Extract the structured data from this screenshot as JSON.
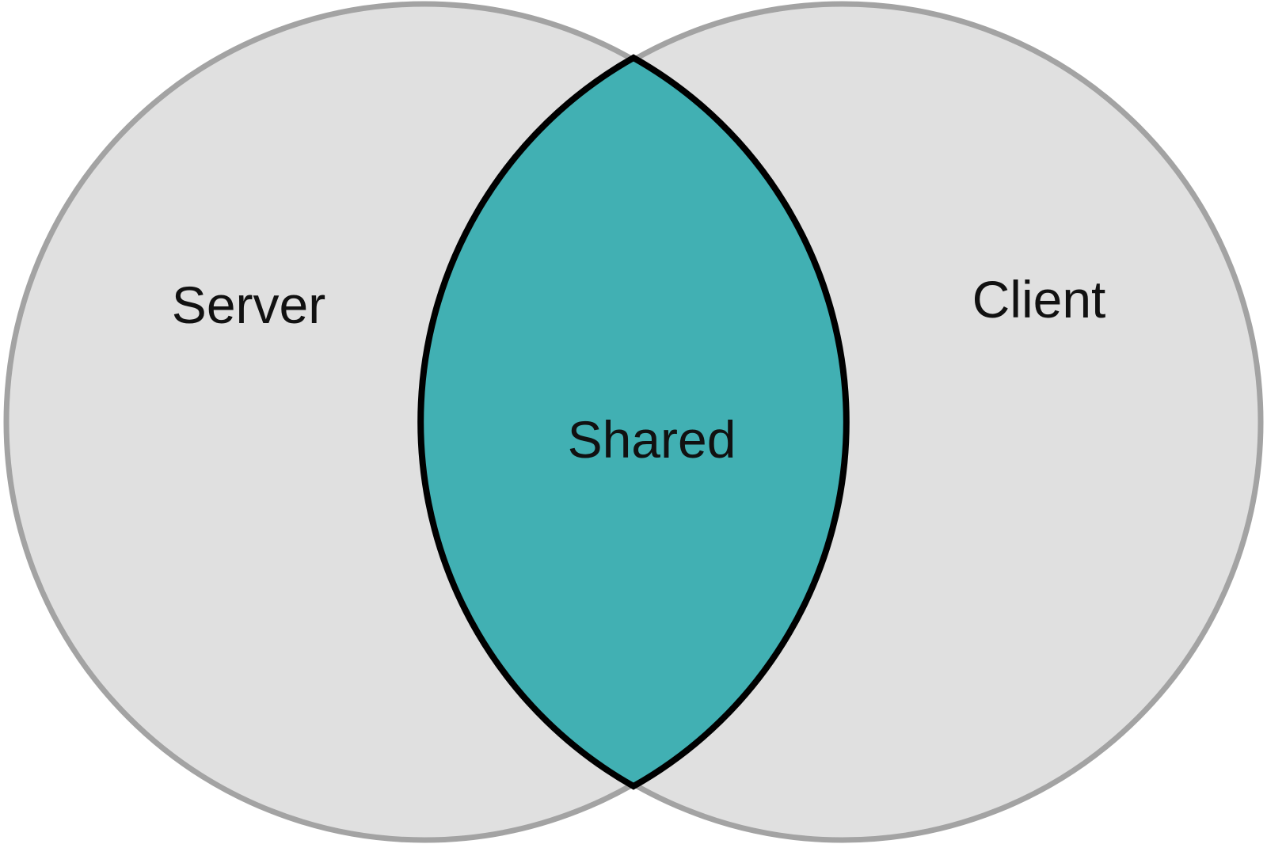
{
  "diagram": {
    "type": "venn",
    "sets": [
      {
        "label": "Server"
      },
      {
        "label": "Client"
      }
    ],
    "intersection": {
      "label": "Shared"
    },
    "colors": {
      "set_fill": "#e0e0e0",
      "set_stroke": "#a3a3a3",
      "intersection_fill": "#41b0b3",
      "intersection_stroke": "#000000"
    }
  }
}
